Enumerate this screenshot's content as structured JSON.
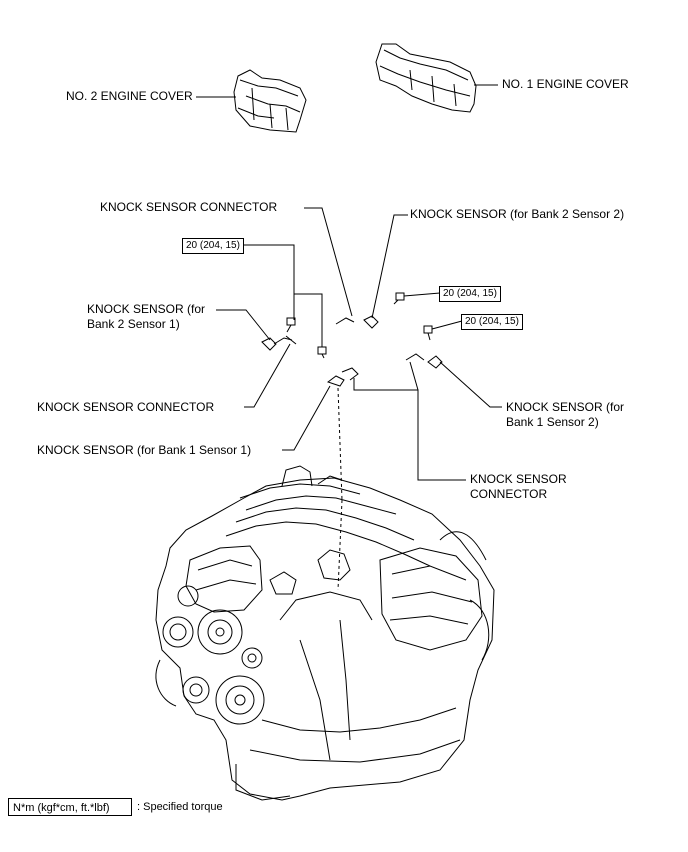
{
  "labels": {
    "no2_engine_cover": "NO. 2 ENGINE COVER",
    "no1_engine_cover": "NO. 1 ENGINE COVER",
    "knock_sensor_connector_top": "KNOCK SENSOR CONNECTOR",
    "knock_sensor_bank2_sensor2": "KNOCK SENSOR (for Bank 2 Sensor 2)",
    "knock_sensor_bank2_sensor1_line1": "KNOCK SENSOR (for",
    "knock_sensor_bank2_sensor1_line2": "Bank 2 Sensor 1)",
    "knock_sensor_connector_left": "KNOCK SENSOR CONNECTOR",
    "knock_sensor_bank1_sensor1": "KNOCK SENSOR (for Bank 1 Sensor 1)",
    "knock_sensor_bank1_sensor2_line1": "KNOCK SENSOR (for",
    "knock_sensor_bank1_sensor2_line2": "Bank 1 Sensor 2)",
    "knock_sensor_connector_bottom_line1": "KNOCK SENSOR",
    "knock_sensor_connector_bottom_line2": "CONNECTOR"
  },
  "torques": {
    "left": "20 (204, 15)",
    "right_upper": "20 (204, 15)",
    "right_lower": "20 (204, 15)"
  },
  "legend": {
    "unit": "N*m (kgf*cm, ft.*lbf)",
    "description": ": Specified torque"
  }
}
